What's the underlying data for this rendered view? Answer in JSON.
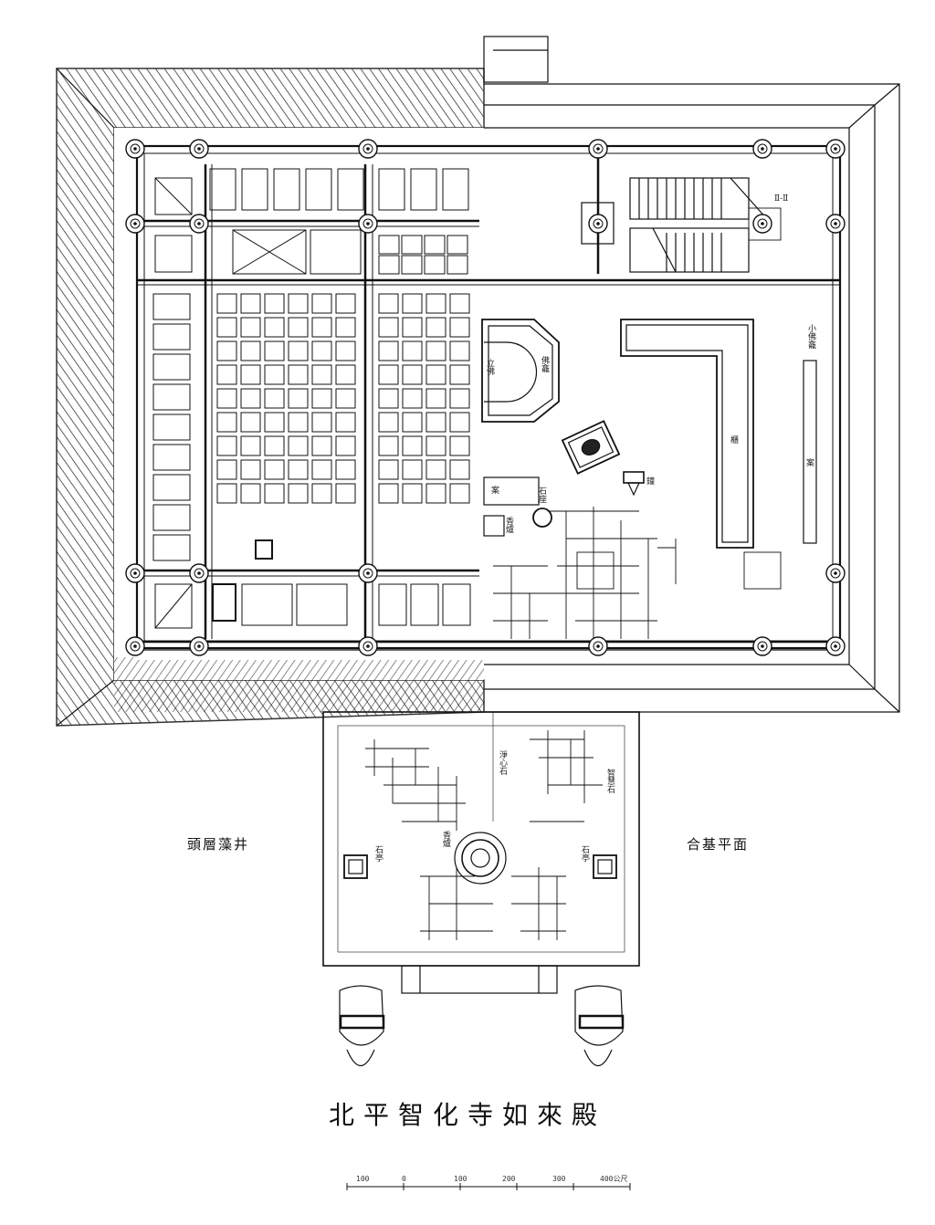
{
  "title": "北平智化寺如來殿",
  "side_labels": {
    "left": "頭層藻井",
    "right": "合基平面"
  },
  "room_labels": {
    "stair_tag": "Ⅱ-Ⅱ",
    "hall_corner": "小佛龕",
    "shrine_left": "立佛",
    "shrine_right": "佛龕",
    "long_counter": "櫃",
    "right_wall": "案",
    "center_item": "鐘",
    "stone_base": "石座",
    "table_left": "案",
    "incense": "香爐"
  },
  "terrace_labels": {
    "top_center": "淨心石",
    "top_right": "智慧石",
    "left_stone": "石亭",
    "right_stone": "石亭",
    "center_left": "香爐"
  },
  "scale": {
    "ticks": [
      "100",
      "0",
      "100",
      "200",
      "300",
      "400公尺"
    ]
  }
}
